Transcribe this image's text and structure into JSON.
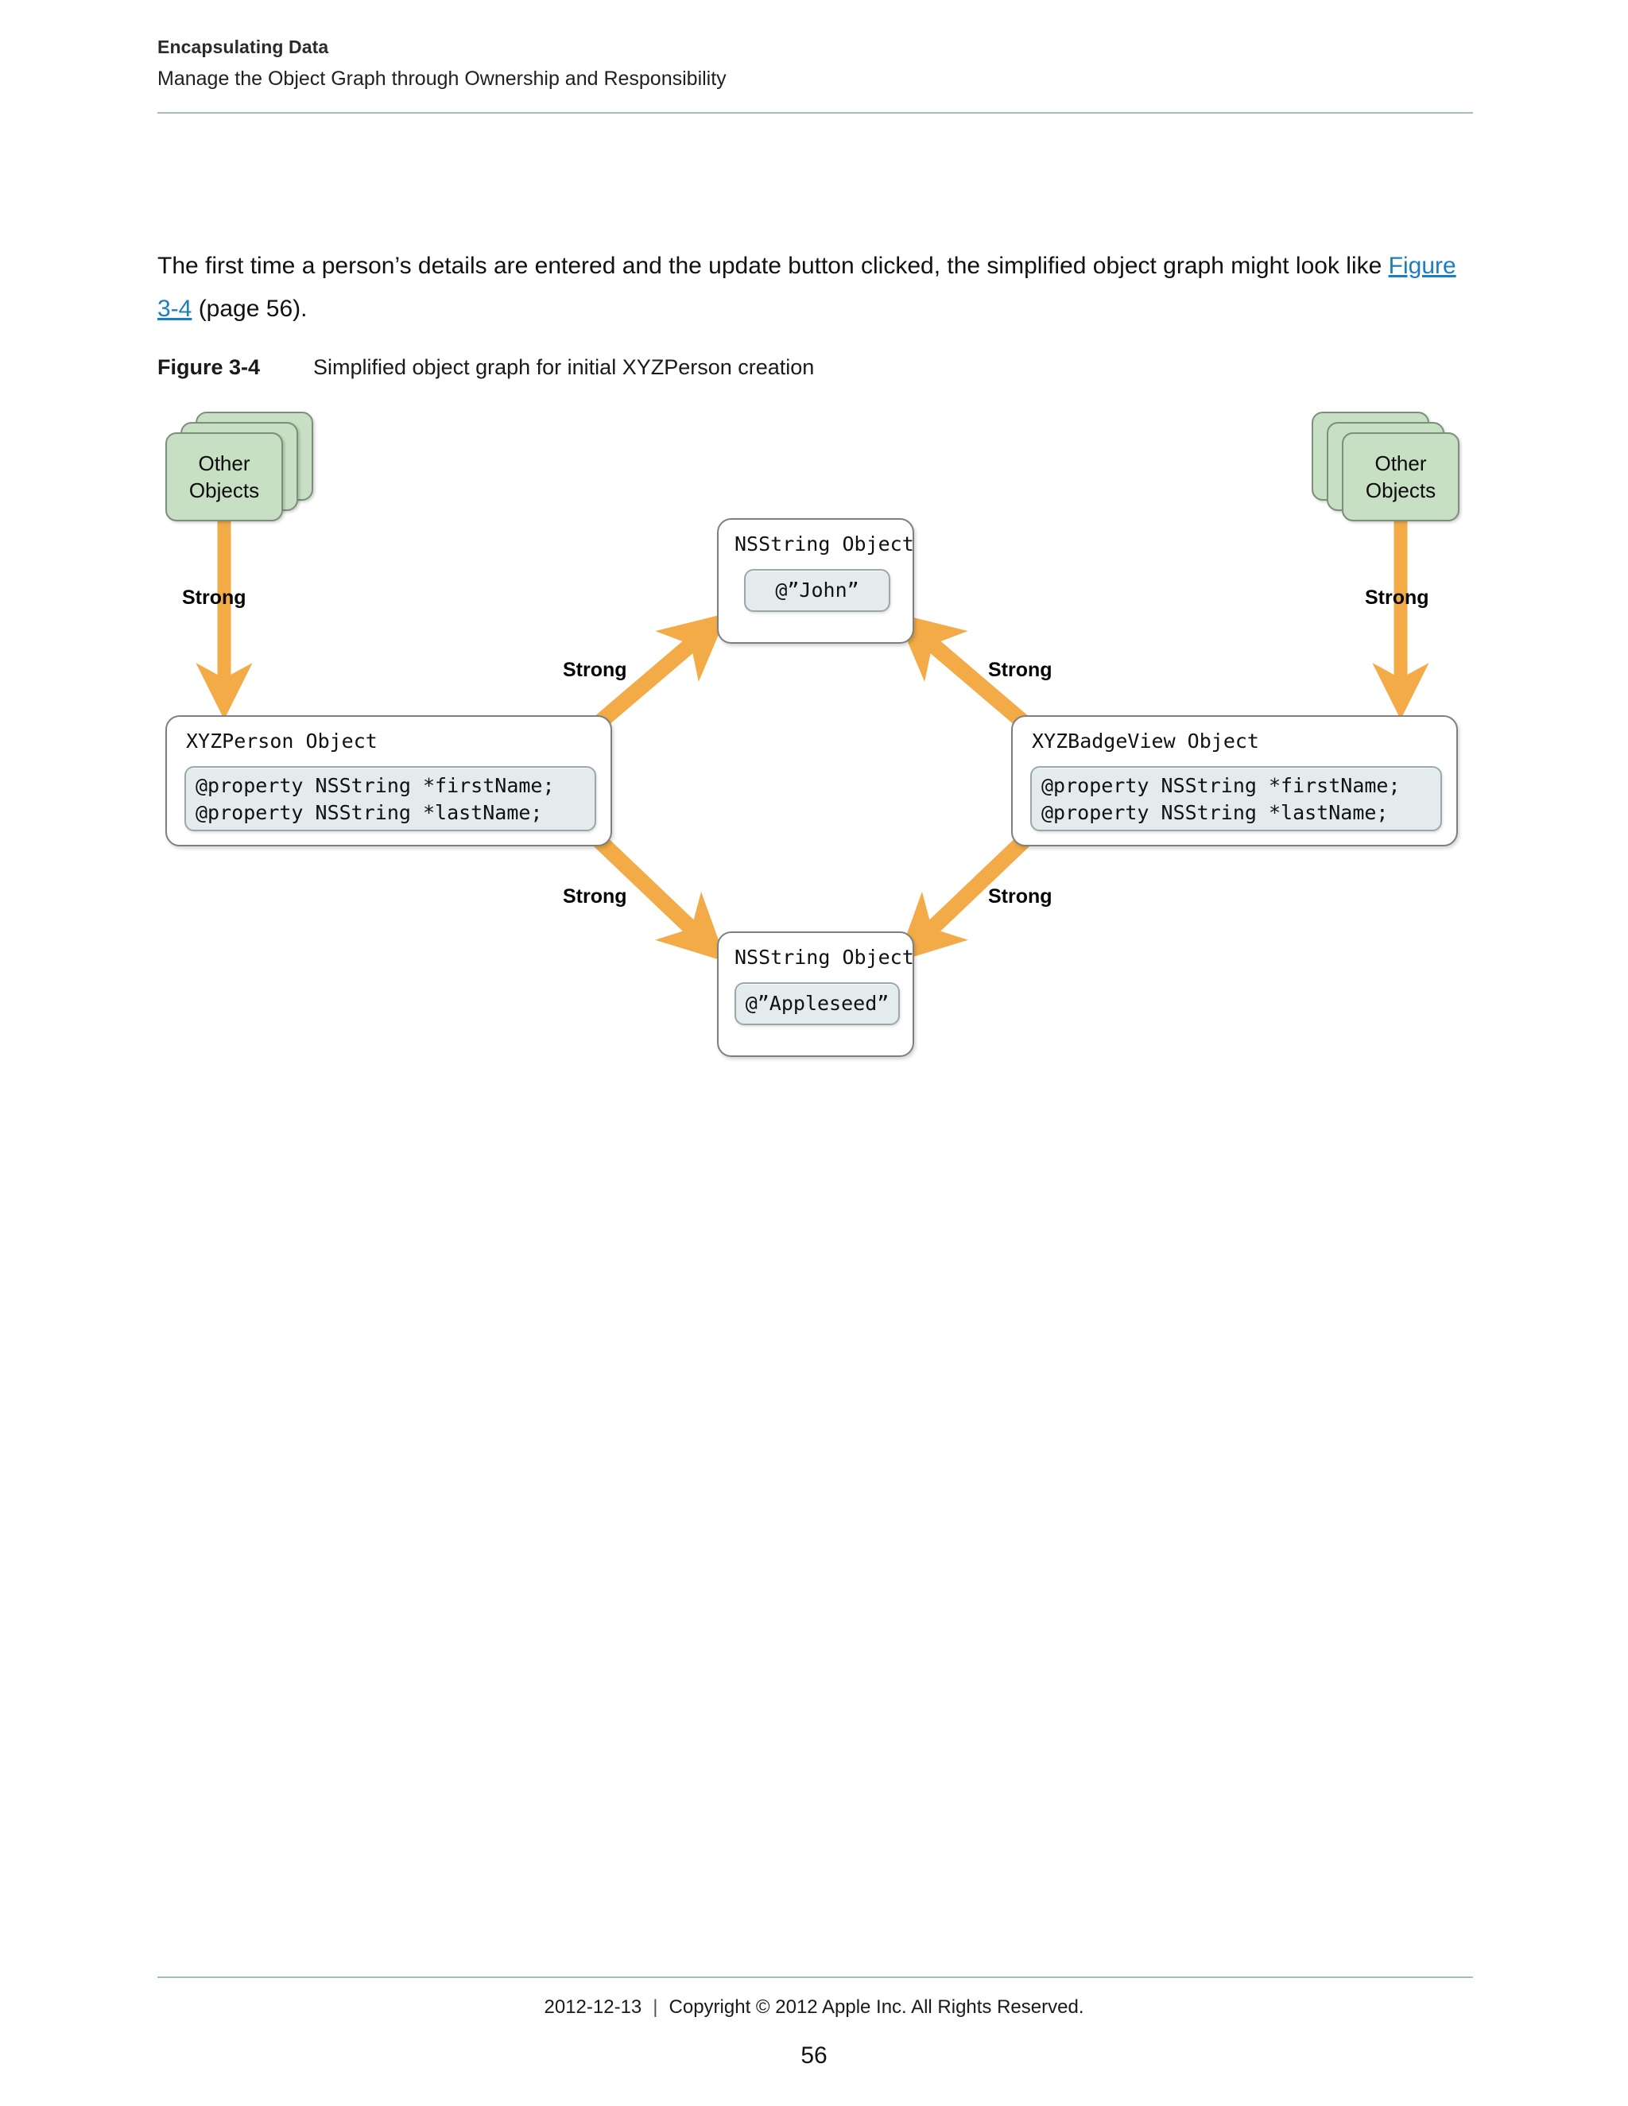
{
  "document": {
    "running_head": {
      "chapter": "Encapsulating Data",
      "section": "Manage the Object Graph through Ownership and Responsibility"
    },
    "body": {
      "paragraph_part1": "The first time a person’s details are entered and the update button clicked, the simplified object graph might look like ",
      "link_text": "Figure 3-4",
      "paragraph_part2": " (page 56)."
    },
    "figure": {
      "number": "Figure 3-4",
      "title": "Simplified object graph for initial XYZPerson creation"
    },
    "footer": {
      "date": "2012-12-13",
      "separator": "|",
      "copyright": "Copyright © 2012 Apple Inc. All Rights Reserved.",
      "page_number": "56"
    }
  },
  "diagram": {
    "nodes": {
      "other_objects_left": {
        "label_line1": "Other",
        "label_line2": "Objects"
      },
      "other_objects_right": {
        "label_line1": "Other",
        "label_line2": "Objects"
      },
      "xyzperson": {
        "title": "XYZPerson Object",
        "code": "@property NSString *firstName;\n@property NSString *lastName;"
      },
      "xyzbadgeview": {
        "title": "XYZBadgeView Object",
        "code": "@property NSString *firstName;\n@property NSString *lastName;"
      },
      "nsstring_john": {
        "title": "NSString Object",
        "value": "@”John”"
      },
      "nsstring_appleseed": {
        "title": "NSString Object",
        "value": "@”Appleseed”"
      }
    },
    "edges": [
      {
        "id": "left-vertical",
        "label": "Strong",
        "from": "other_objects_left",
        "to": "xyzperson"
      },
      {
        "id": "right-vertical",
        "label": "Strong",
        "from": "other_objects_right",
        "to": "xyzbadgeview"
      },
      {
        "id": "person-to-john",
        "label": "Strong",
        "from": "xyzperson",
        "to": "nsstring_john"
      },
      {
        "id": "badge-to-john",
        "label": "Strong",
        "from": "xyzbadgeview",
        "to": "nsstring_john"
      },
      {
        "id": "person-to-apple",
        "label": "Strong",
        "from": "xyzperson",
        "to": "nsstring_appleseed"
      },
      {
        "id": "badge-to-apple",
        "label": "Strong",
        "from": "xyzbadgeview",
        "to": "nsstring_appleseed"
      }
    ],
    "colors": {
      "arrow": "#f2ab47",
      "card_fill": "#c7dfc2",
      "card_border": "#7d8f7c",
      "box_border": "#7f7f7f",
      "code_fill": "#e3ebec",
      "code_border": "#9aa8ab",
      "link": "#1a7fc1",
      "rule": "#a9bcbd"
    }
  }
}
